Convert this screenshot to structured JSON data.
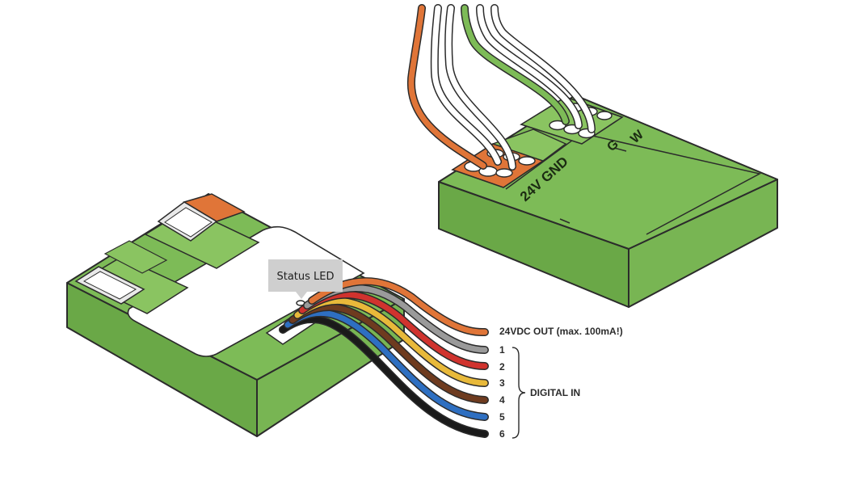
{
  "status_led_label": "Status LED",
  "outputs": {
    "power_label": "24VDC OUT (max. 100mA!)",
    "digital_in_label": "DIGITAL IN",
    "inputs": [
      "1",
      "2",
      "3",
      "4",
      "5",
      "6"
    ]
  },
  "module_terminals": {
    "power": "24V GND",
    "g": "G",
    "w": "W"
  },
  "colors": {
    "housing": "#7dbb57",
    "housing_side": "#6aa847",
    "outline": "#2b2b2b",
    "wire_orange": "#e07538",
    "wire_gray": "#9a9a9a",
    "wire_red": "#d0332e",
    "wire_yellow": "#e8b93a",
    "wire_brown": "#6e3b1f",
    "wire_blue": "#2e6fc1",
    "wire_black": "#1a1a1a",
    "wire_green": "#7dbb57",
    "callout_bg": "#cfcfcf"
  }
}
